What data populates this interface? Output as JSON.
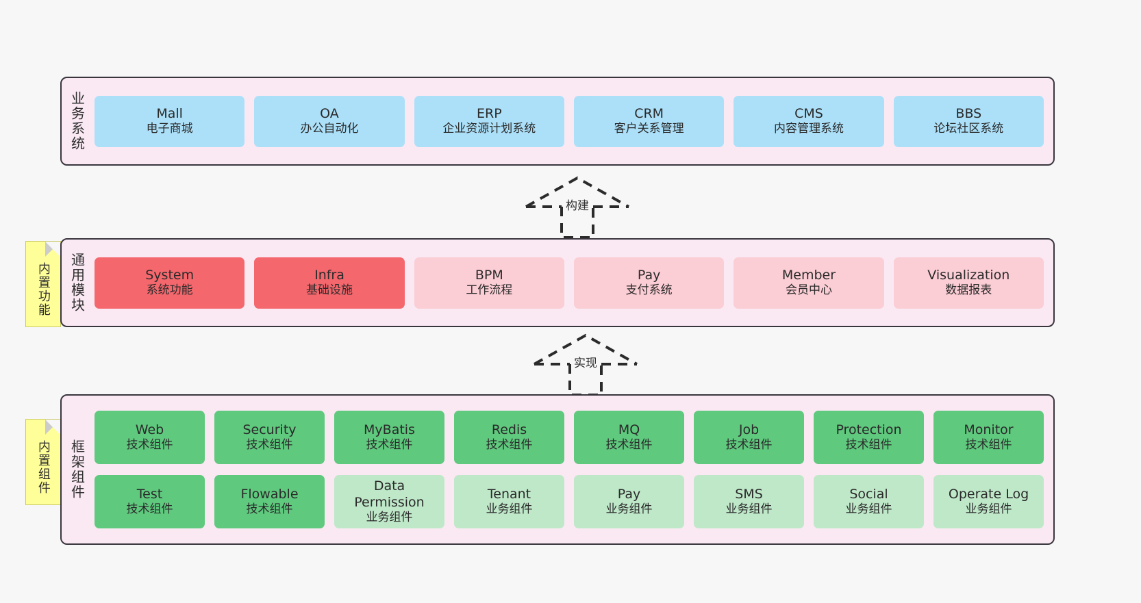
{
  "diagram": {
    "background_color": "#f7f7f7",
    "layer_fill": "#fae9f3",
    "layer_border": "#39353d"
  },
  "layers": [
    {
      "id": "business",
      "title": "业务系统",
      "rows": [
        {
          "cards": [
            {
              "en": "Mall",
              "cn": "电子商城",
              "color": "#ace0f9",
              "style": "blue"
            },
            {
              "en": "OA",
              "cn": "办公自动化",
              "color": "#ace0f9",
              "style": "blue"
            },
            {
              "en": "ERP",
              "cn": "企业资源计划系统",
              "color": "#ace0f9",
              "style": "blue"
            },
            {
              "en": "CRM",
              "cn": "客户关系管理",
              "color": "#ace0f9",
              "style": "blue"
            },
            {
              "en": "CMS",
              "cn": "内容管理系统",
              "color": "#ace0f9",
              "style": "blue"
            },
            {
              "en": "BBS",
              "cn": "论坛社区系统",
              "color": "#ace0f9",
              "style": "blue"
            }
          ]
        }
      ]
    },
    {
      "id": "common",
      "title": "通用模块",
      "note": "内置功能",
      "rows": [
        {
          "cards": [
            {
              "en": "System",
              "cn": "系统功能",
              "color": "#f4676d",
              "style": "red"
            },
            {
              "en": "Infra",
              "cn": "基础设施",
              "color": "#f4676d",
              "style": "red"
            },
            {
              "en": "BPM",
              "cn": "工作流程",
              "color": "#fbcdd4",
              "style": "pink"
            },
            {
              "en": "Pay",
              "cn": "支付系统",
              "color": "#fbcdd4",
              "style": "pink"
            },
            {
              "en": "Member",
              "cn": "会员中心",
              "color": "#fbcdd4",
              "style": "pink"
            },
            {
              "en": "Visualization",
              "cn": "数据报表",
              "color": "#fbcdd4",
              "style": "pink"
            }
          ]
        }
      ]
    },
    {
      "id": "framework",
      "title": "框架组件",
      "note": "内置组件",
      "rows": [
        {
          "cards": [
            {
              "en": "Web",
              "cn": "技术组件",
              "color": "#5fc97e",
              "style": "green"
            },
            {
              "en": "Security",
              "cn": "技术组件",
              "color": "#5fc97e",
              "style": "green"
            },
            {
              "en": "MyBatis",
              "cn": "技术组件",
              "color": "#5fc97e",
              "style": "green"
            },
            {
              "en": "Redis",
              "cn": "技术组件",
              "color": "#5fc97e",
              "style": "green"
            },
            {
              "en": "MQ",
              "cn": "技术组件",
              "color": "#5fc97e",
              "style": "green"
            },
            {
              "en": "Job",
              "cn": "技术组件",
              "color": "#5fc97e",
              "style": "green"
            },
            {
              "en": "Protection",
              "cn": "技术组件",
              "color": "#5fc97e",
              "style": "green"
            },
            {
              "en": "Monitor",
              "cn": "技术组件",
              "color": "#5fc97e",
              "style": "green"
            }
          ]
        },
        {
          "cards": [
            {
              "en": "Test",
              "cn": "技术组件",
              "color": "#5fc97e",
              "style": "green"
            },
            {
              "en": "Flowable",
              "cn": "技术组件",
              "color": "#5fc97e",
              "style": "green"
            },
            {
              "en": "Data Permission",
              "cn": "业务组件",
              "color": "#bfe8c9",
              "style": "lgreen"
            },
            {
              "en": "Tenant",
              "cn": "业务组件",
              "color": "#bfe8c9",
              "style": "lgreen"
            },
            {
              "en": "Pay",
              "cn": "业务组件",
              "color": "#bfe8c9",
              "style": "lgreen"
            },
            {
              "en": "SMS",
              "cn": "业务组件",
              "color": "#bfe8c9",
              "style": "lgreen"
            },
            {
              "en": "Social",
              "cn": "业务组件",
              "color": "#bfe8c9",
              "style": "lgreen"
            },
            {
              "en": "Operate Log",
              "cn": "业务组件",
              "color": "#bfe8c9",
              "style": "lgreen"
            }
          ]
        }
      ]
    }
  ],
  "connectors": [
    {
      "id": "build",
      "label": "构建",
      "from": "common",
      "to": "business"
    },
    {
      "id": "implement",
      "label": "实现",
      "from": "framework",
      "to": "common"
    }
  ],
  "notes": [
    {
      "id": "builtin-function",
      "text": "内置功能",
      "color": "#ffff99"
    },
    {
      "id": "builtin-component",
      "text": "内置组件",
      "color": "#ffff99"
    }
  ]
}
